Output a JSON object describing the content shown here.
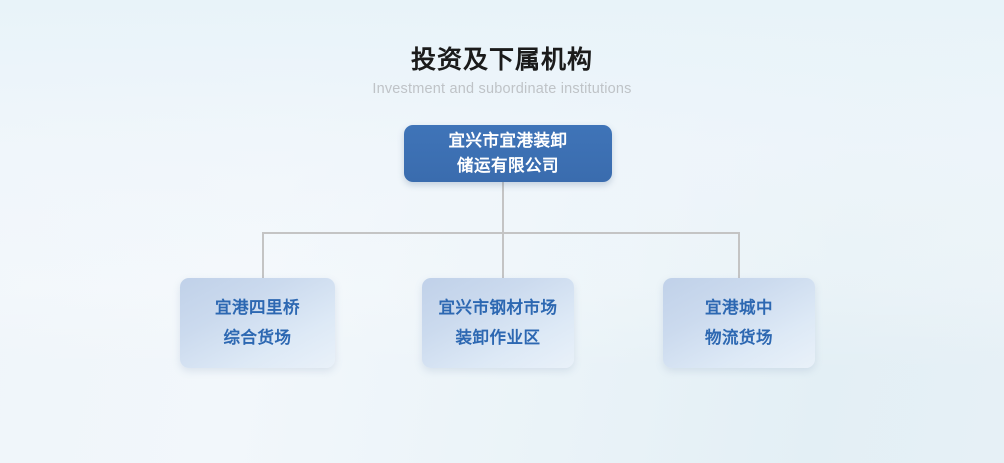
{
  "heading": {
    "title": "投资及下属机构",
    "subtitle": "Investment and subordinate institutions"
  },
  "colors": {
    "root_node_bg": "#3a6fb5",
    "root_node_text": "#ffffff",
    "child_node_bg_start": "#c0d1e9",
    "child_node_bg_end": "#e9f1f9",
    "child_node_text": "#2d68b2",
    "connector_line": "#c4c4c4",
    "title_text": "#1b1b1b",
    "subtitle_text": "#bfc3c7",
    "background_start": "#eff5fa",
    "background_end": "#ffffff"
  },
  "chart_data": {
    "type": "diagram",
    "diagram_type": "org-chart",
    "title": "投资及下属机构",
    "subtitle": "Investment and subordinate institutions",
    "root": {
      "id": "root",
      "lines": [
        "宜兴市宜港装卸",
        "储运有限公司"
      ],
      "full_text": "宜兴市宜港装卸储运有限公司"
    },
    "children": [
      {
        "id": "child-1",
        "lines": [
          "宜港四里桥",
          "综合货场"
        ],
        "full_text": "宜港四里桥综合货场"
      },
      {
        "id": "child-2",
        "lines": [
          "宜兴市钢材市场",
          "装卸作业区"
        ],
        "full_text": "宜兴市钢材市场装卸作业区"
      },
      {
        "id": "child-3",
        "lines": [
          "宜港城中",
          "物流货场"
        ],
        "full_text": "宜港城中物流货场"
      }
    ],
    "edges": [
      {
        "from": "root",
        "to": "child-1"
      },
      {
        "from": "root",
        "to": "child-2"
      },
      {
        "from": "root",
        "to": "child-3"
      }
    ]
  }
}
